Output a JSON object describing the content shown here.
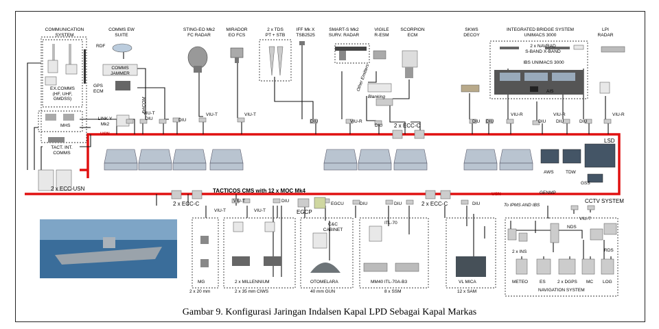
{
  "labels": {
    "communication_system": "COMMUNICATION\nSYSTEM",
    "comms_ew_suite": "COMMS EW\nSUITE",
    "sting_eo": "STING-EO  Mk2\nFC RADAR",
    "mirador": "MIRADOR\nEO FCS",
    "tds": "2 x TDS\nPT + STB",
    "iff": "IFF Mk X\nTSB2525",
    "smart_s": "SMART-S Mk2\nSURV. RADAR",
    "vigile": "VIGILE\nR-ESM",
    "scorpion": "SCORPION\nECM",
    "skws": "SKWS\nDECOY",
    "ibs": "INTEGRATED BRIDGE SYSTEM\nUNIMACS 3000",
    "lpi": "LPI\nRADAR",
    "navrad": "2 x NAVRAD\nS-BAND    X-BAND",
    "ibs_unimacs": "IBS UNIMACS 3000",
    "ais": "AIS",
    "rdf": "RDF",
    "comms_jammer": "COMMS\nJAMMER",
    "gps_ecm": "GPS\nECM",
    "ex_comms": "EX.COMMS\n(HF, UHF,\nGMDSS)",
    "mhs": "MHS",
    "tact_int_comms": "TACT.  INT.\nCOMMS",
    "link_y": "LINK Y\nMk2",
    "ecc_usn": "2 x ECC-USN",
    "ecc_c": "2 x ECC-C",
    "usn": "USN",
    "tacticos": "TACTICOS  CMS with 12 x MOC Mk4",
    "egcp": "EGCP",
    "egcu": "EGCU",
    "cc_cabinet": "C&C\nCABINET",
    "lsd": "LSD",
    "aws": "AWS",
    "tdw": "TDW",
    "gss": "GSS",
    "genmp": "GENMP",
    "cctv": "CCTV SYSTEM",
    "to_ipms": "To IPMS AND IBS",
    "nds": "NDS",
    "rds": "RDS",
    "ins": "2 x INS",
    "meteo": "METEO",
    "es": "ES",
    "dgps": "2 x DGPS",
    "mc": "MC",
    "log": "LOG",
    "nav_system": "NAVIGATION  SYSTEM",
    "mg": "MG",
    "mg_caption": "2 x 20 mm",
    "millennium": "2 x MILLENNIUM",
    "millennium_caption": "2 x 35 mm CIWS",
    "otomelara": "OTOMELARA",
    "otomelara_caption": "40 mm GUN",
    "itl70": "ITL-70",
    "mm40": "MM40 ITL-70A-B3",
    "mm40_caption": "8 x SSM",
    "vl_mica": "VL MICA",
    "vl_mica_caption": "12 x SAM",
    "diu": "DIU",
    "viu_t": "VIU-T",
    "viu_r": "VIU-R",
    "blanking": "Blanking",
    "other_emitters": "Other Emitters",
    "dacom": "DACOM",
    "viu_t_diu": "VIU-T\nDIU"
  },
  "caption": "Gambar 9. Konfigurasi  Jaringan   Indalsen  Kapal LPD Sebagai Kapal Markas",
  "colors": {
    "network_line": "#e01010",
    "wire": "#111111",
    "console": "#b9c4d0"
  }
}
